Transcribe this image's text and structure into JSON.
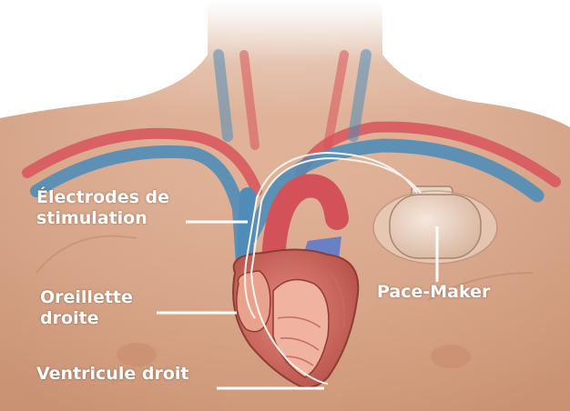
{
  "labels": {
    "electrodes": {
      "line1": "Électrodes de",
      "line2": "stimulation"
    },
    "oreillette": {
      "line1": "Oreillette",
      "line2": "droite"
    },
    "ventricule": "Ventricule droit",
    "pacemaker": "Pace-Maker"
  },
  "colors": {
    "skin": "#d9a586",
    "artery": "#d8545a",
    "vein": "#4f8db8",
    "label_text": "#ffffff",
    "leader_line": "#ffffff"
  }
}
